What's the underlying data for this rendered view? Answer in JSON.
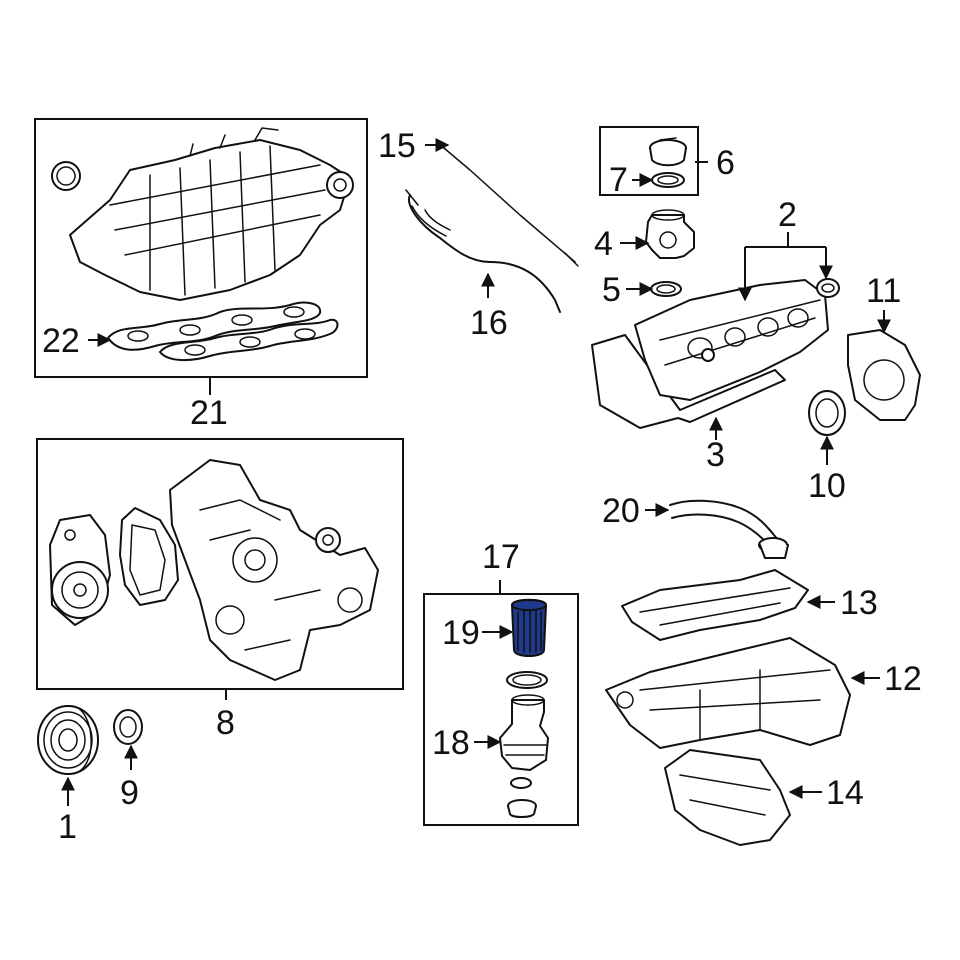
{
  "diagram": {
    "highlight_color": "#1f3a8a",
    "callouts": {
      "c1": "1",
      "c2": "2",
      "c3": "3",
      "c4": "4",
      "c5": "5",
      "c6": "6",
      "c7": "7",
      "c8": "8",
      "c9": "9",
      "c10": "10",
      "c11": "11",
      "c12": "12",
      "c13": "13",
      "c14": "14",
      "c15": "15",
      "c16": "16",
      "c17": "17",
      "c18": "18",
      "c19": "19",
      "c20": "20",
      "c21": "21",
      "c22": "22"
    },
    "highlighted_part": "19"
  }
}
